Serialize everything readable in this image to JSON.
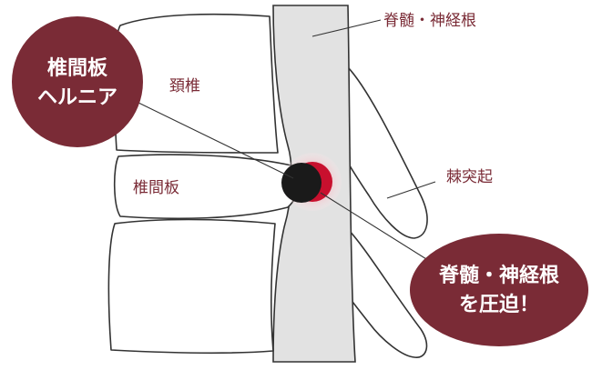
{
  "labels": {
    "spinal_cord_top": "脊髄・神経根",
    "cervical_vertebra": "頚椎",
    "intervertebral_disc": "椎間板",
    "spinous_process": "棘突起"
  },
  "badges": {
    "hernia": {
      "line1": "椎間板",
      "line2": "ヘルニア"
    },
    "compression": {
      "line1": "脊髄・神経根",
      "line2": "を圧迫！"
    }
  },
  "colors": {
    "accent": "#7a2b36",
    "badge_fill": "#7a2b36",
    "spinal_cord": "#e2e2e2",
    "outline": "#333333",
    "hernia_dark": "#1a1a1a",
    "hernia_red": "#c8102e",
    "glow": "#f4c9cf"
  }
}
